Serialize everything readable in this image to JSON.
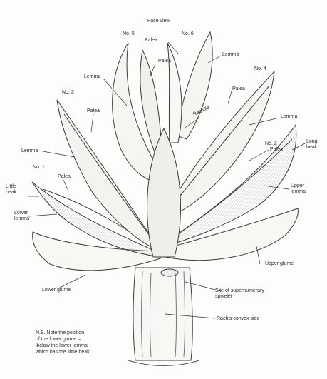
{
  "figure": {
    "title": "Face view",
    "labels": {
      "no5": "No. 5",
      "no6": "No. 6",
      "palea_top_a": "Palea",
      "palea_top_b": "Palea",
      "lemma_top_right": "Lemma",
      "no4": "No. 4",
      "lemma_top_left": "Lemma",
      "no3": "No. 3",
      "palea_no3": "Palea",
      "rachilla": "Rachilla",
      "palea_no4": "Palea",
      "lemma_no4": "Lemma",
      "long_beak": "Long\nbeak",
      "no2": "No. 2",
      "palea_no2": "Palea",
      "lemma_no3": "Lemma",
      "no1": "No. 1",
      "little_beak": "Little\nbeak",
      "palea_no1": "Palea",
      "upper_lemma": "Upper\nlemma",
      "lower_lemma": "Lower\nlemma",
      "upper_glume": "Upper glume",
      "lower_glume": "Lower glume",
      "site_supernumerary": "Site of supernumerary\nspikelet",
      "rachis_convex": "Rachis convex side"
    },
    "note_lines": [
      "N.B. Note the position",
      "of the lower glume –",
      "'below the lower lemma",
      "which has the 'little beak'"
    ]
  }
}
